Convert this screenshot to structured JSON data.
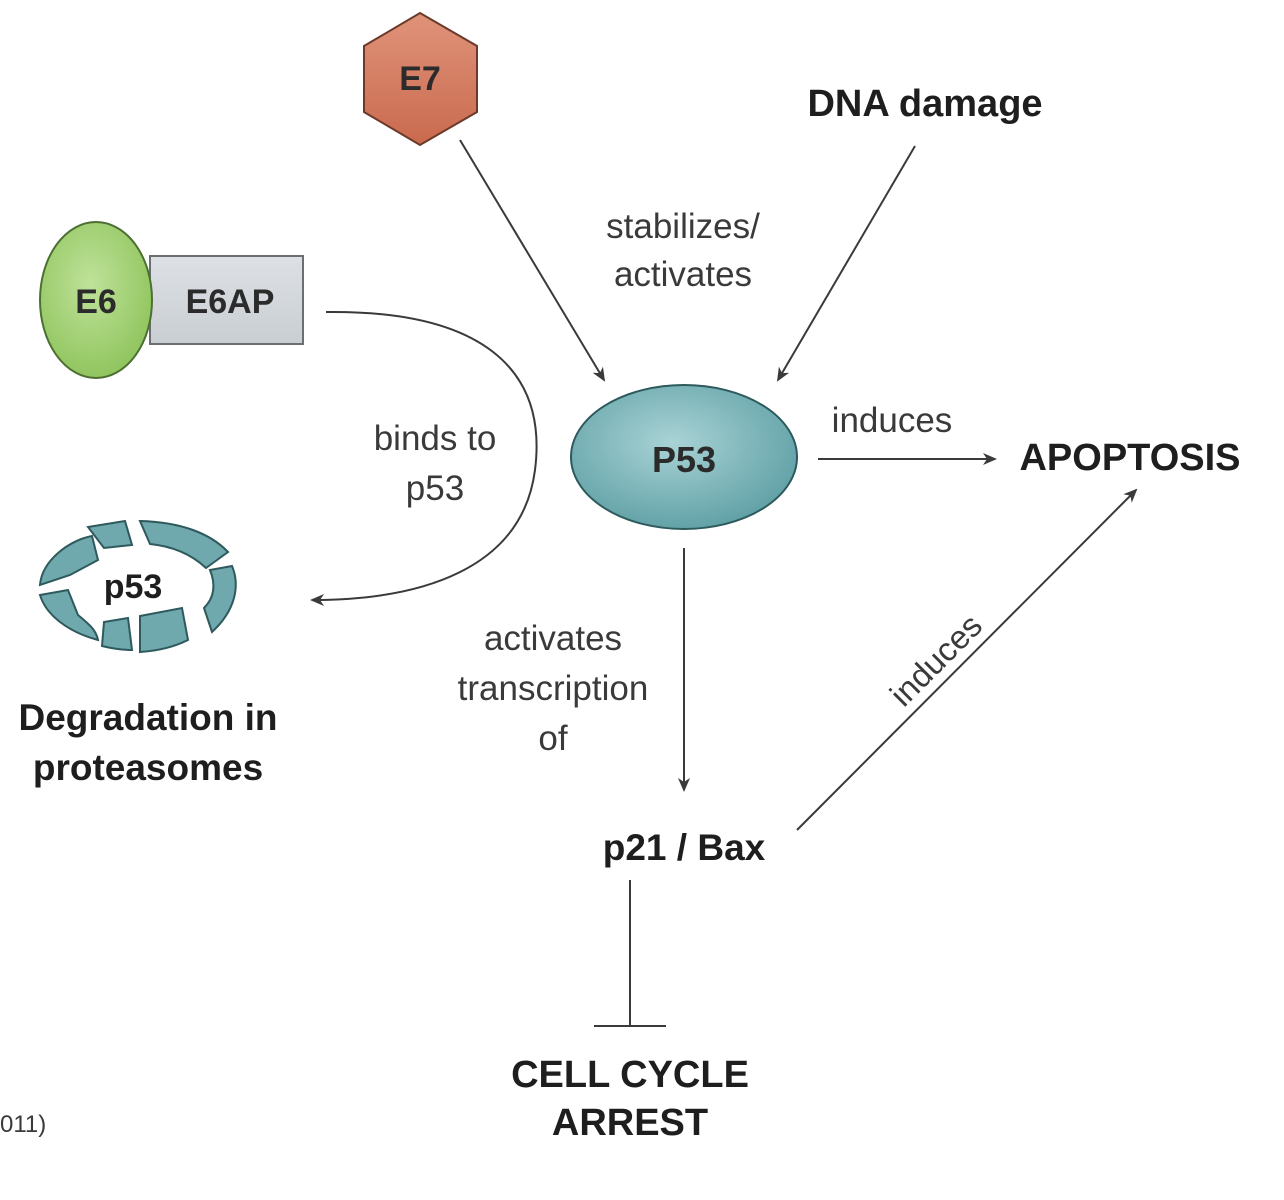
{
  "nodes": {
    "e7": {
      "label": "E7",
      "color": "#c96a4e"
    },
    "dna_damage": {
      "label": "DNA damage"
    },
    "e6": {
      "label": "E6",
      "color": "#8dc35a"
    },
    "e6ap": {
      "label": "E6AP",
      "color": "#c9ced3"
    },
    "p53_main": {
      "label": "P53",
      "color": "#5c9ea3"
    },
    "p53_degraded": {
      "label": "p53",
      "color": "#6fa8ad"
    },
    "apoptosis": {
      "label": "APOPTOSIS"
    },
    "p21_bax": {
      "label": "p21 / Bax"
    },
    "cell_cycle_arrest": {
      "line1": "CELL CYCLE",
      "line2": "ARREST"
    },
    "degradation": {
      "line1": "Degradation in",
      "line2": "proteasomes"
    }
  },
  "edges": {
    "stabilizes": {
      "line1": "stabilizes/",
      "line2": "activates"
    },
    "binds": {
      "line1": "binds to",
      "line2": "p53"
    },
    "induces_top": {
      "label": "induces"
    },
    "induces_diag": {
      "label": "induces"
    },
    "activates_transcription": {
      "line1": "activates",
      "line2": "transcription",
      "line3": "of"
    }
  },
  "citation_fragment": "011)"
}
